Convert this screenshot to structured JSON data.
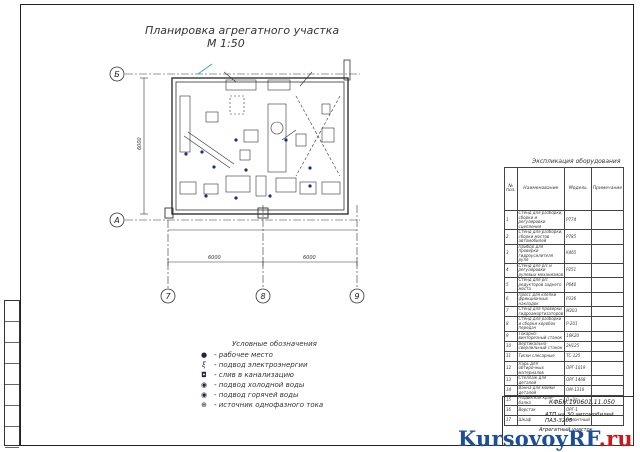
{
  "title": {
    "line1": "Планировка агрегатного участка",
    "line2": "М 1:50"
  },
  "axes": {
    "a": "А",
    "b": "Б",
    "c7": "7",
    "c8": "8",
    "c9": "9"
  },
  "dimensions": {
    "height": "6000",
    "span_left": "6000",
    "span_right": "6000"
  },
  "legend": {
    "heading": "Условные обозначения",
    "items": [
      {
        "symbol": "●",
        "label": "- рабочее место"
      },
      {
        "symbol": "ξ",
        "label": "- подвод электроэнергии"
      },
      {
        "symbol": "◘",
        "label": "- слив в канализацию"
      },
      {
        "symbol": "◉",
        "label": "- подвод холодной воды"
      },
      {
        "symbol": "◉",
        "label": "- подвод горячей воды"
      },
      {
        "symbol": "⊕",
        "label": "- источник однофазного тока"
      }
    ]
  },
  "spec": {
    "caption": "Экспликация оборудования",
    "headers": [
      "№ поз.",
      "Наименование",
      "Модель",
      "Примечание"
    ],
    "rows": [
      [
        "1",
        "Стенд для разборки, сборки и регулировки сцепления",
        "P774",
        ""
      ],
      [
        "2",
        "Стенд для разборки, сборки мостов автомобилей",
        "P785",
        ""
      ],
      [
        "3",
        "Прибор для проверки гидроусилителя руля",
        "K465",
        ""
      ],
      [
        "4",
        "Стенд для р/с и регулировки рулевых механизмов",
        "P251",
        ""
      ],
      [
        "5",
        "Стенд для р/с редукторов заднего моста",
        "P640",
        ""
      ],
      [
        "6",
        "Пресс для клепки фрикционных накладок",
        "P336",
        ""
      ],
      [
        "7",
        "Стенд для проверки гидроамортизаторов",
        "M203",
        ""
      ],
      [
        "8",
        "Стенд для разборки и сборки коробок передач",
        "Р-201",
        ""
      ],
      [
        "9",
        "Токарно-винторезный станок",
        "16К20",
        ""
      ],
      [
        "10",
        "Вертикально-сверлильный станок",
        "2Н125",
        ""
      ],
      [
        "11",
        "Тиски слесарные",
        "ТС-125",
        ""
      ],
      [
        "12",
        "Ларь для обтирочных материалов",
        "ОРГ-1019",
        ""
      ],
      [
        "13",
        "Стеллаж для деталей",
        "ОРГ-1468",
        ""
      ],
      [
        "14",
        "Ванна для мойки деталей",
        "ОМ-1316",
        ""
      ],
      [
        "15",
        "Подвесная кран-балка",
        "Q=1т",
        ""
      ],
      [
        "16",
        "Верстак",
        "ОРГ-1",
        ""
      ],
      [
        "17",
        "Шкаф",
        "Ремонтный",
        ""
      ]
    ]
  },
  "stamp": {
    "code": "КФБН.190601.11.050",
    "work": "АТП на 30 автомобилей ПАЗ-3205",
    "sheet": "Агрегатный участок"
  },
  "watermark": {
    "main": "KursovoyRF",
    "ext": ".ru"
  }
}
